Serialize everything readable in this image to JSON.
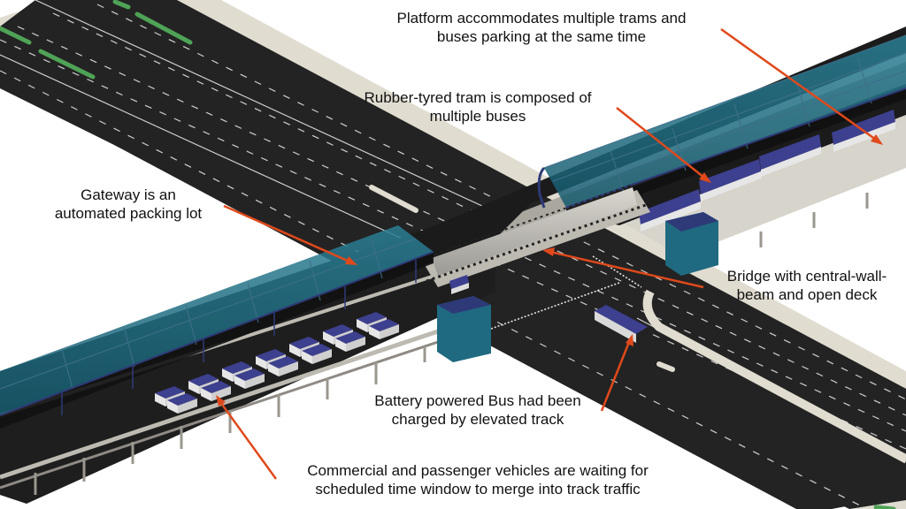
{
  "diagram": {
    "title": "Elevated rubber-tyred tram track crossing an urban arterial with gateway and platform",
    "colors": {
      "background": "#ffffff",
      "sidewalk": "#e0dcd0",
      "asphalt": "#232323",
      "lane_marking": "#d8d8d8",
      "median_green": "#4fa356",
      "canopy_glass": "#1f6a80",
      "canopy_frame": "#2e3a78",
      "vehicle_roof": "#3d3f8f",
      "vehicle_body": "#e6e6e6",
      "track_concrete": "#bdbab2",
      "arrow": "#e0491b",
      "text": "#111111"
    },
    "annotations": [
      {
        "id": "platform",
        "lines": [
          "Platform accommodates multiple trams and",
          "buses parking at the same time"
        ]
      },
      {
        "id": "tram",
        "lines": [
          "Rubber-tyred tram is composed of",
          "multiple buses"
        ]
      },
      {
        "id": "gateway",
        "lines": [
          "Gateway is an",
          "automated packing lot"
        ]
      },
      {
        "id": "bridge",
        "lines": [
          "Bridge with central-wall-",
          "beam and open deck"
        ]
      },
      {
        "id": "battery-bus",
        "lines": [
          "Battery powered Bus had been",
          "charged by elevated track"
        ]
      },
      {
        "id": "waiting-vehicles",
        "lines": [
          "Commercial and passenger vehicles are waiting for",
          "scheduled time window to merge into track traffic"
        ]
      }
    ],
    "scene_objects": {
      "waiting_vans": 14,
      "tram_cars_on_platform": 4,
      "bus_on_road": 1,
      "bus_on_bridge": 1
    }
  }
}
